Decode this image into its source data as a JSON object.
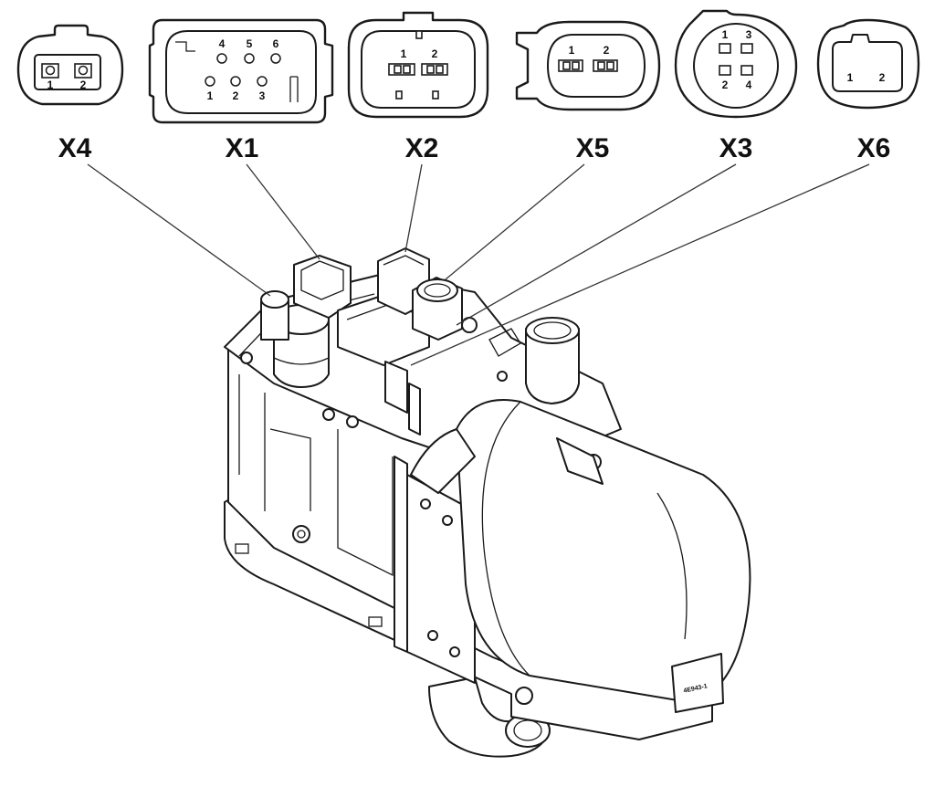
{
  "connectors": [
    {
      "id": "X4",
      "label": "X4",
      "pins": [
        "1",
        "2"
      ]
    },
    {
      "id": "X1",
      "label": "X1",
      "pins": [
        "4",
        "5",
        "6",
        "1",
        "2",
        "3"
      ]
    },
    {
      "id": "X2",
      "label": "X2",
      "pins": [
        "1",
        "2"
      ]
    },
    {
      "id": "X5",
      "label": "X5",
      "pins": [
        "1",
        "2"
      ]
    },
    {
      "id": "X3",
      "label": "X3",
      "pins": [
        "1",
        "3",
        "2",
        "4"
      ]
    },
    {
      "id": "X6",
      "label": "X6",
      "pins": [
        "1",
        "2"
      ]
    }
  ],
  "unit_stamp": "4E943-1"
}
